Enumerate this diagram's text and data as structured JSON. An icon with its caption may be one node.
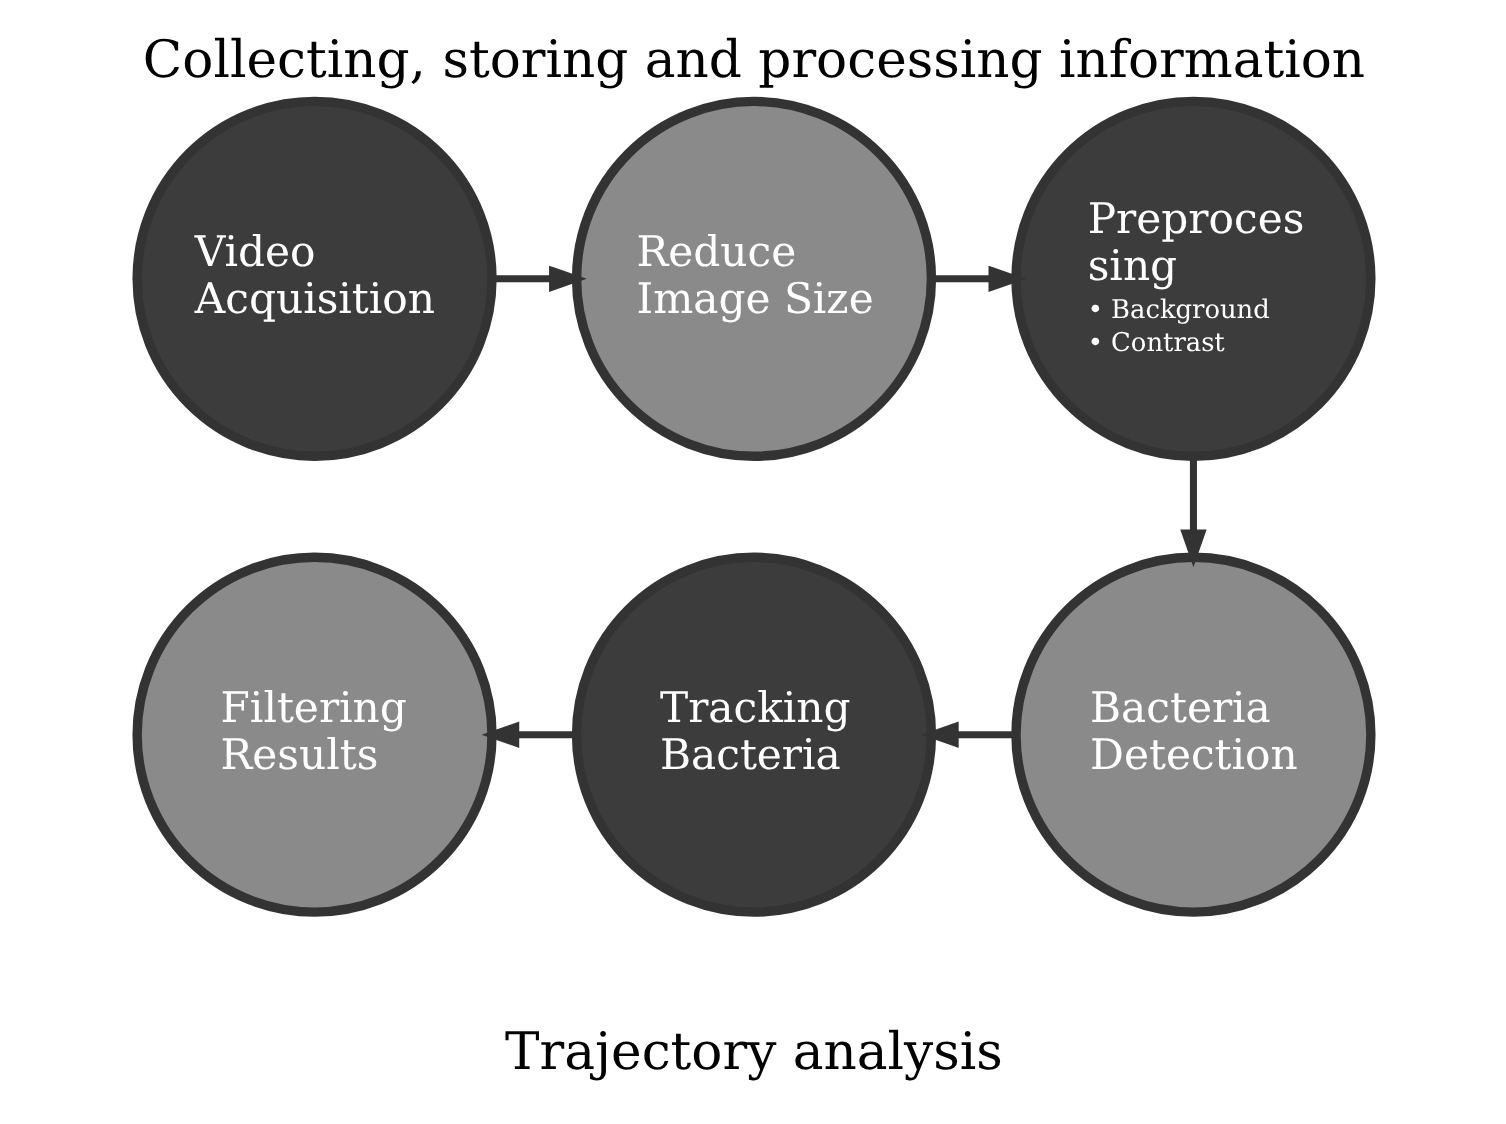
{
  "diagram": {
    "title": "Collecting, storing and processing information",
    "caption": "Trajectory analysis",
    "nodes": [
      {
        "text": [
          "Video Acquisition"
        ]
      },
      {
        "text": [
          "Reduce Image Size"
        ]
      },
      {
        "text": [
          "Preproces sing",
          "• Background",
          "• Contrast"
        ]
      },
      {
        "text": [
          "Filtering Results"
        ]
      },
      {
        "text": [
          "Tracking Bacteria"
        ]
      },
      {
        "text": [
          "Bacteria Detection"
        ]
      }
    ],
    "edges": [
      {
        "from": 0,
        "to": 1,
        "arrow": "to"
      },
      {
        "from": 1,
        "to": 2,
        "arrow": "to"
      },
      {
        "from": 2,
        "to": 5,
        "arrow": "to"
      },
      {
        "from": 5,
        "to": 4,
        "arrow": "to"
      },
      {
        "from": 4,
        "to": 3,
        "arrow": "to"
      }
    ]
  }
}
